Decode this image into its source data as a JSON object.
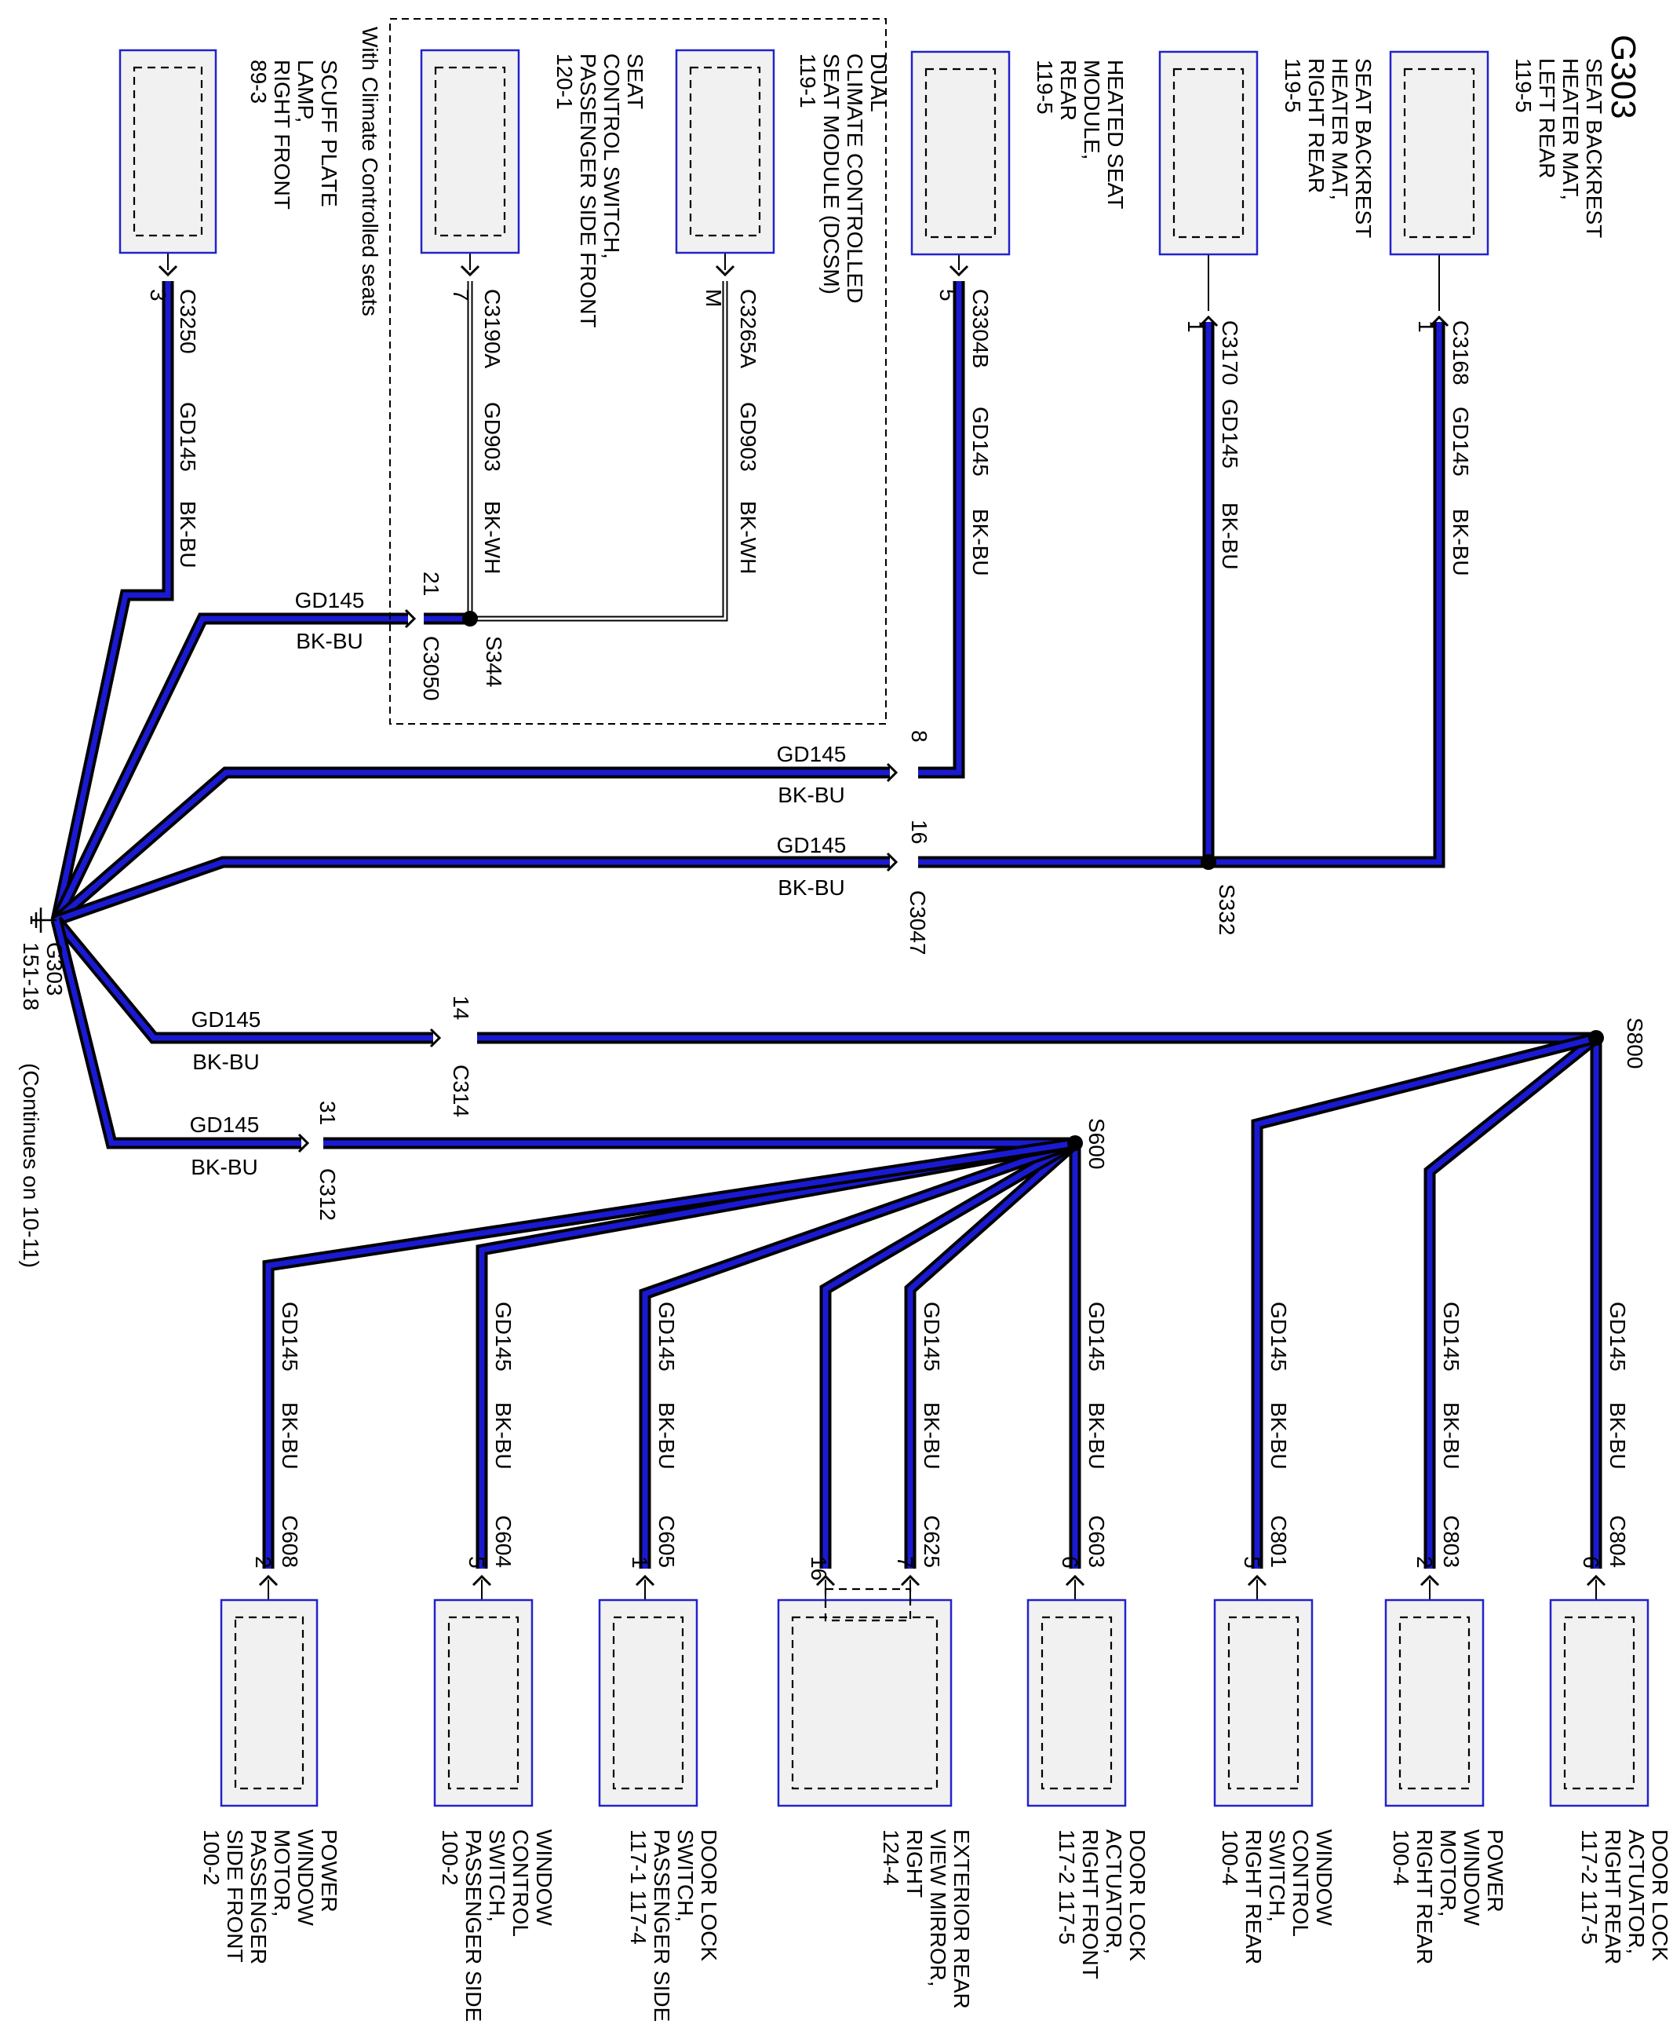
{
  "ground": {
    "name": "G303",
    "ref": "151-18",
    "continues": "(Continues on 10-11)"
  },
  "wire": {
    "circuit": "GD145",
    "color": "BK-BU",
    "alt_circuit": "GD903",
    "alt_color": "BK-WH"
  },
  "colors": {
    "wire_blue": "#1a1ad2",
    "box_border": "#2222cc"
  },
  "region_label": "With Climate Controlled seats",
  "top_components": [
    {
      "id": "scuff",
      "lines": [
        "SCUFF PLATE",
        "LAMP,",
        "RIGHT FRONT",
        "89-3"
      ],
      "connector": "C3250",
      "pin": "3"
    },
    {
      "id": "seatsw",
      "lines": [
        "SEAT",
        "CONTROL SWITCH,",
        "PASSENGER SIDE FRONT",
        "120-1"
      ],
      "connector": "C3190A",
      "pin": "7"
    },
    {
      "id": "dcsm",
      "lines": [
        "DUAL",
        "CLIMATE CONTROLLED",
        "SEAT MODULE (DCSM)",
        "119-1"
      ],
      "connector": "C3265A",
      "pin": "M"
    },
    {
      "id": "heated",
      "lines": [
        "HEATED SEAT",
        "MODULE,",
        "REAR",
        "119-5"
      ],
      "connector": "C3304B",
      "pin": "5"
    },
    {
      "id": "mat_rr",
      "lines": [
        "SEAT BACKREST",
        "HEATER MAT,",
        "RIGHT REAR",
        "119-5"
      ],
      "connector": "C3170",
      "pin": "1"
    },
    {
      "id": "mat_lr",
      "lines": [
        "SEAT BACKREST",
        "HEATER MAT,",
        "LEFT REAR",
        "119-5"
      ],
      "connector": "C3168",
      "pin": "1"
    }
  ],
  "inline_connectors": {
    "c3050": {
      "name": "C3050",
      "pin": "21"
    },
    "c3047_a": {
      "pin": "8"
    },
    "c3047_b": {
      "name": "C3047",
      "pin": "16"
    },
    "c314": {
      "name": "C314",
      "pin": "14"
    },
    "c312": {
      "name": "C312",
      "pin": "31"
    }
  },
  "splices": {
    "s344": "S344",
    "s332": "S332",
    "s800": "S800",
    "s600": "S600"
  },
  "bottom_components": [
    {
      "id": "pwm_psf",
      "lines": [
        "POWER",
        "WINDOW",
        "MOTOR,",
        "PASSENGER",
        "SIDE FRONT",
        "100-2"
      ],
      "connector": "C608",
      "pin": "2"
    },
    {
      "id": "wcs_ps",
      "lines": [
        "WINDOW",
        "CONTROL",
        "SWITCH,",
        "PASSENGER SIDE",
        "100-2"
      ],
      "connector": "C604",
      "pin": "5"
    },
    {
      "id": "dls_ps",
      "lines": [
        "DOOR LOCK",
        "SWITCH,",
        "PASSENGER SIDE",
        "117-1  117-4"
      ],
      "connector": "C605",
      "pin": "1"
    },
    {
      "id": "mirror",
      "lines": [
        "EXTERIOR REAR",
        "VIEW MIRROR,",
        "RIGHT",
        "124-4"
      ],
      "connector": "C625",
      "pin": "7",
      "pin2": "16"
    },
    {
      "id": "dla_rf",
      "lines": [
        "DOOR LOCK",
        "ACTUATOR,",
        "RIGHT FRONT",
        "117-2   117-5"
      ],
      "connector": "C603",
      "pin": "6"
    },
    {
      "id": "wcs_rr",
      "lines": [
        "WINDOW",
        "CONTROL",
        "SWITCH,",
        "RIGHT REAR",
        "100-4"
      ],
      "connector": "C801",
      "pin": "5"
    },
    {
      "id": "pwm_rr",
      "lines": [
        "POWER",
        "WINDOW",
        "MOTOR,",
        "RIGHT REAR",
        "100-4"
      ],
      "connector": "C803",
      "pin": "2"
    },
    {
      "id": "dla_rr",
      "lines": [
        "DOOR LOCK",
        "ACTUATOR,",
        "RIGHT REAR",
        "117-2   117-5"
      ],
      "connector": "C804",
      "pin": "6"
    }
  ]
}
